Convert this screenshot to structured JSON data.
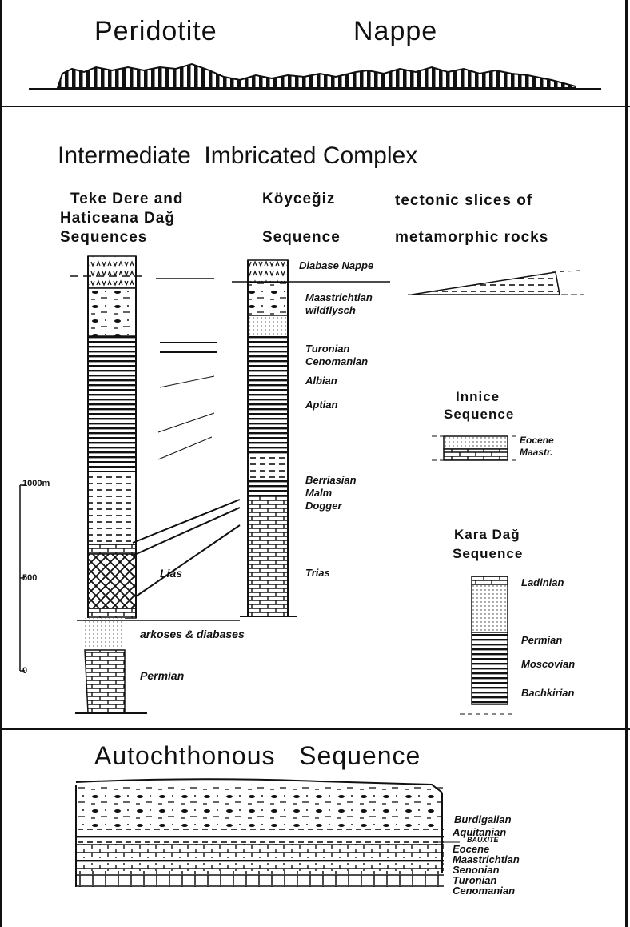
{
  "peridotite": {
    "word1": "Peridotite",
    "word2": "Nappe"
  },
  "intermediate": {
    "title": "Intermediate  Imbricated Complex",
    "col1": {
      "l1": "Teke Dere and",
      "l2": "Haticeana Dağ",
      "l3": "Sequences",
      "labels": {
        "lias": "Lias",
        "arkoses": "arkoses & diabases",
        "permian": "Permian"
      }
    },
    "col2": {
      "l1": "Köyceğiz",
      "l2": "Sequence",
      "labels": {
        "diabase": "Diabase Nappe",
        "maastrichtian": "Maastrichtian",
        "wildflysch": "wildflysch",
        "turonian": "Turonian",
        "cenomanian": "Cenomanian",
        "albian": "Albian",
        "aptian": "Aptian",
        "berriasian": "Berriasian",
        "malm": "Malm",
        "dogger": "Dogger",
        "trias": "Trias"
      }
    },
    "col3": {
      "l1": "tectonic slices of",
      "l2": "metamorphic rocks"
    },
    "innice": {
      "l1": "Innice",
      "l2": "Sequence",
      "eocene": "Eocene",
      "maastr": "Maastr."
    },
    "karadag": {
      "l1": "Kara Dağ",
      "l2": "Sequence",
      "ladinian": "Ladinian",
      "permian": "Permian",
      "moscovian": "Moscovian",
      "bachkirian": "Bachkirian"
    },
    "scale": {
      "top": "1000m",
      "mid": "500",
      "bottom": "0"
    }
  },
  "autochthonous": {
    "title": "Autochthonous   Sequence",
    "labels": {
      "burdigalian": "Burdigalian",
      "aquitanian": "Aquitanian",
      "bauxite": "BAUXITE",
      "eocene": "Eocene",
      "maastrichtian": "Maastrichtian",
      "senonian": "Senonian",
      "turonian": "Turonian",
      "cenomanian": "Cenomanian"
    }
  }
}
